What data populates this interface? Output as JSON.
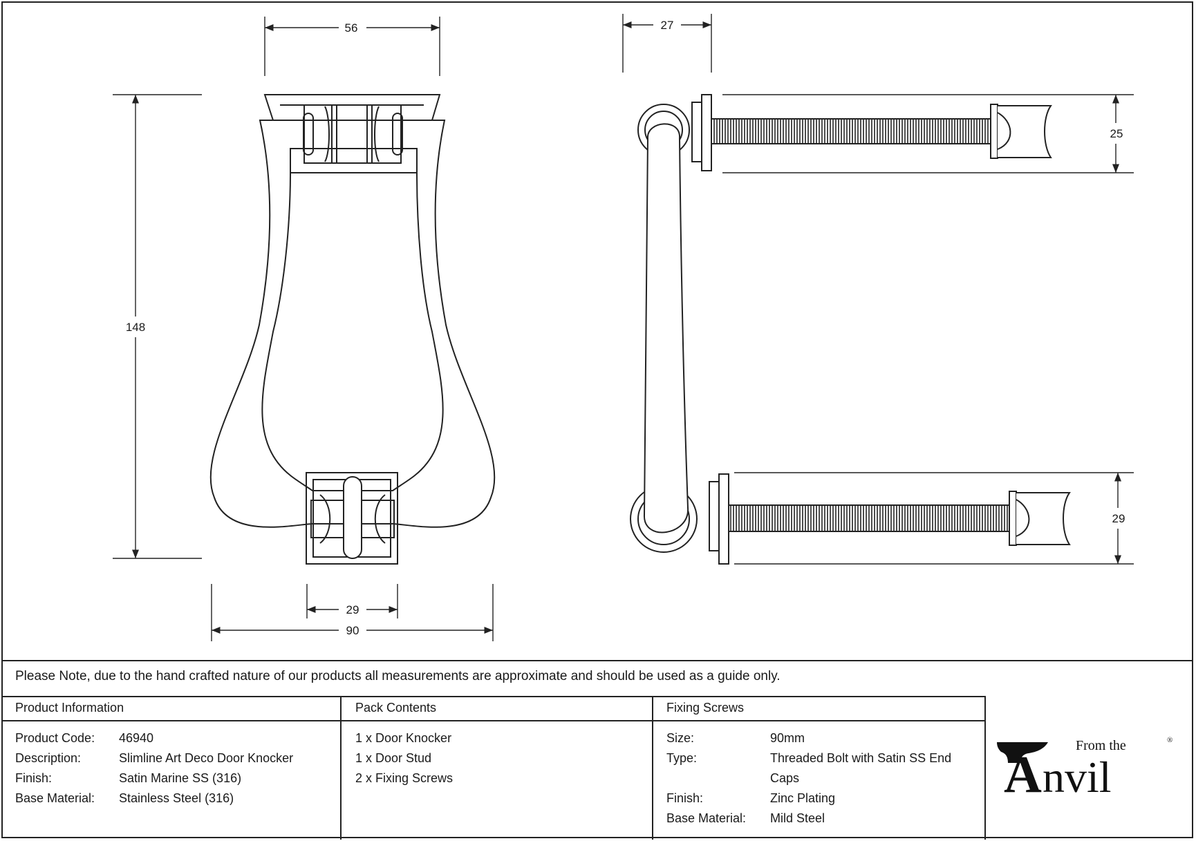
{
  "dimensions": {
    "top_width": "56",
    "height": "148",
    "base_width": "29",
    "overall_width": "90",
    "projection": "27",
    "screw_short": "25",
    "screw_long": "29"
  },
  "note": "Please Note, due to the hand crafted nature of our products all measurements are approximate and should be used as a guide only.",
  "product_info": {
    "heading": "Product Information",
    "rows": [
      {
        "label": "Product Code:",
        "value": "46940"
      },
      {
        "label": "Description:",
        "value": "Slimline Art Deco Door Knocker"
      },
      {
        "label": "Finish:",
        "value": "Satin Marine SS (316)"
      },
      {
        "label": "Base Material:",
        "value": "Stainless Steel (316)"
      }
    ]
  },
  "pack_contents": {
    "heading": "Pack Contents",
    "items": [
      "1 x Door Knocker",
      "1 x Door Stud",
      "2 x Fixing Screws"
    ]
  },
  "fixing_screws": {
    "heading": "Fixing Screws",
    "rows": [
      {
        "label": "Size:",
        "value": "90mm"
      },
      {
        "label": "Type:",
        "value": "Threaded Bolt with Satin SS End Caps"
      },
      {
        "label": "Finish:",
        "value": "Zinc Plating"
      },
      {
        "label": "Base Material:",
        "value": "Mild Steel"
      }
    ]
  },
  "logo": {
    "small": "From the",
    "big_a": "A",
    "big_rest": "nvil",
    "reg": "®"
  }
}
